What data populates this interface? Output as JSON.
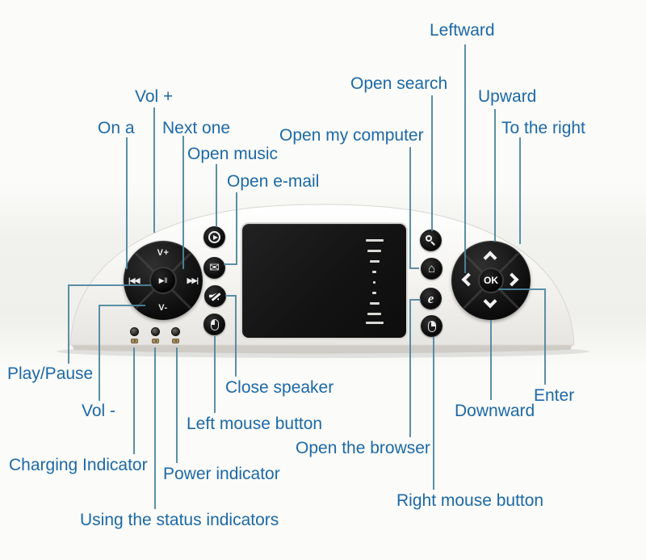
{
  "figure": {
    "type": "annotated product diagram",
    "subject": "wireless media remote / air-mouse controller"
  },
  "colors": {
    "label_text": "#1c69a6",
    "callout_line": "#4e86a0",
    "device_body": "#f3f2ef",
    "button_black": "#101010",
    "touchpad": "#141414",
    "scroll_tick": "#d9d9d6",
    "indicator_icon": "#a4905f"
  },
  "labels": {
    "leftward": "Leftward",
    "open_search": "Open search",
    "upward": "Upward",
    "open_my_computer": "Open my computer",
    "to_the_right": "To the right",
    "vol_plus": "Vol +",
    "on_a": "On a",
    "next_one": "Next one",
    "open_music": "Open music",
    "open_email": "Open e-mail",
    "play_pause": "Play/Pause",
    "vol_minus": "Vol -",
    "close_speaker": "Close speaker",
    "left_mouse": "Left mouse button",
    "charging": "Charging Indicator",
    "power": "Power indicator",
    "status": "Using the status indicators",
    "open_browser": "Open the browser",
    "right_mouse": "Right mouse button",
    "downward": "Downward",
    "enter": "Enter"
  },
  "device": {
    "left_dpad": {
      "top_key": "V+",
      "bottom_key": "V-",
      "left_key_glyph": "|◀◀",
      "right_key_glyph": "▶▶|",
      "center_key_glyph": "▶‖"
    },
    "right_dpad": {
      "center_key": "OK",
      "keys": [
        "up-arrow",
        "right-arrow",
        "down-arrow",
        "left-arrow"
      ]
    },
    "round_buttons": {
      "email_glyph": "✉",
      "home_glyph": "⌂",
      "browser_glyph": "e"
    },
    "indicators": [
      "charging-led",
      "status-led",
      "power-led"
    ]
  }
}
